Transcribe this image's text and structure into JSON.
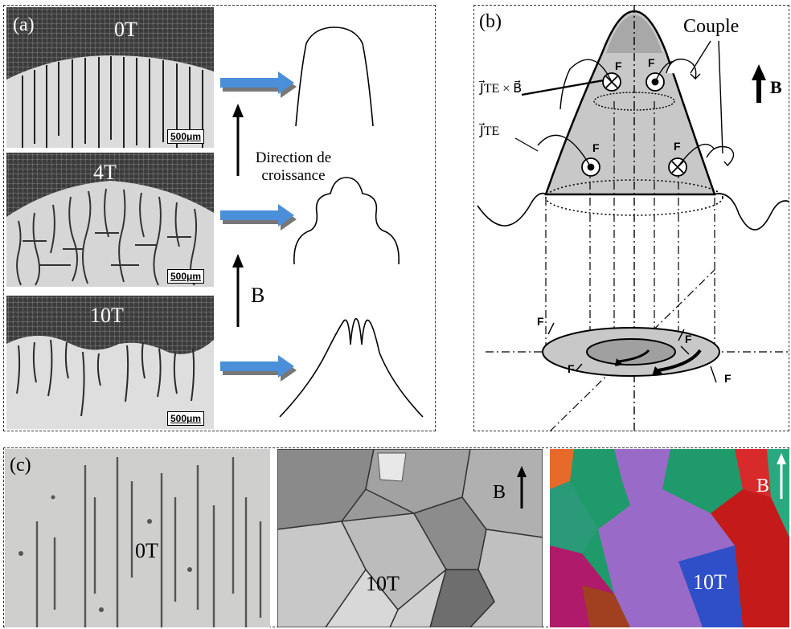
{
  "panel_a": {
    "letter": "(a)",
    "rows": [
      {
        "field": "0T",
        "scale": "500μm"
      },
      {
        "field": "4T",
        "scale": "500μm"
      },
      {
        "field": "10T",
        "scale": "500μm"
      }
    ],
    "direction_text_1": "Direction de",
    "direction_text_2": "croissance",
    "field_symbol": "B"
  },
  "panel_b": {
    "letter": "(b)",
    "couple": "Couple",
    "b_label": "B",
    "jte_cross_b": "J⃗TE × B⃗",
    "jte": "J⃗TE",
    "force": "F"
  },
  "panel_c": {
    "letter": "(c)",
    "images": [
      {
        "field": "0T"
      },
      {
        "field": "10T",
        "b": "B"
      },
      {
        "field": "10T",
        "b": "B"
      }
    ]
  },
  "colors": {
    "arrow_blue": "#4a8fd8",
    "arrow_shadow": "#777777",
    "cone_gray": "#c8c8c8",
    "ebsd_green": "#1f9a6a",
    "ebsd_purple": "#9a6ac8",
    "ebsd_blue": "#2e4fc8",
    "ebsd_red": "#c41a1a"
  }
}
